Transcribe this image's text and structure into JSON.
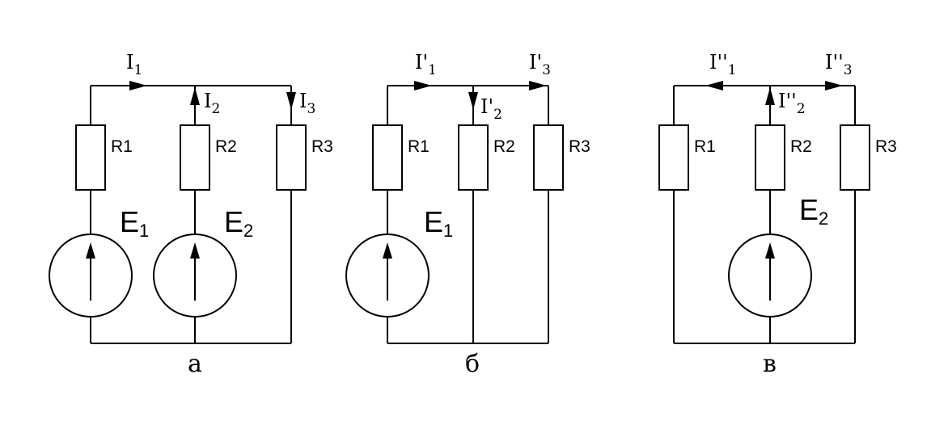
{
  "circuit_a": {
    "caption": "а",
    "currents": {
      "i1": {
        "main": "I",
        "sub": "1"
      },
      "i2": {
        "main": "I",
        "sub": "2"
      },
      "i3": {
        "main": "I",
        "sub": "3"
      }
    },
    "resistors": [
      "R1",
      "R2",
      "R3"
    ],
    "sources": {
      "e1": {
        "main": "E",
        "sub": "1"
      },
      "e2": {
        "main": "E",
        "sub": "2"
      }
    }
  },
  "circuit_b": {
    "caption": "б",
    "currents": {
      "i1": {
        "main": "I'",
        "sub": "1"
      },
      "i2": {
        "main": "I'",
        "sub": "2"
      },
      "i3": {
        "main": "I'",
        "sub": "3"
      }
    },
    "resistors": [
      "R1",
      "R2",
      "R3"
    ],
    "sources": {
      "e1": {
        "main": "E",
        "sub": "1"
      }
    }
  },
  "circuit_c": {
    "caption": "в",
    "currents": {
      "i1": {
        "main": "I''",
        "sub": "1"
      },
      "i2": {
        "main": "I''",
        "sub": "2"
      },
      "i3": {
        "main": "I''",
        "sub": "3"
      }
    },
    "resistors": [
      "R1",
      "R2",
      "R3"
    ],
    "sources": {
      "e2": {
        "main": "E",
        "sub": "2"
      }
    }
  }
}
